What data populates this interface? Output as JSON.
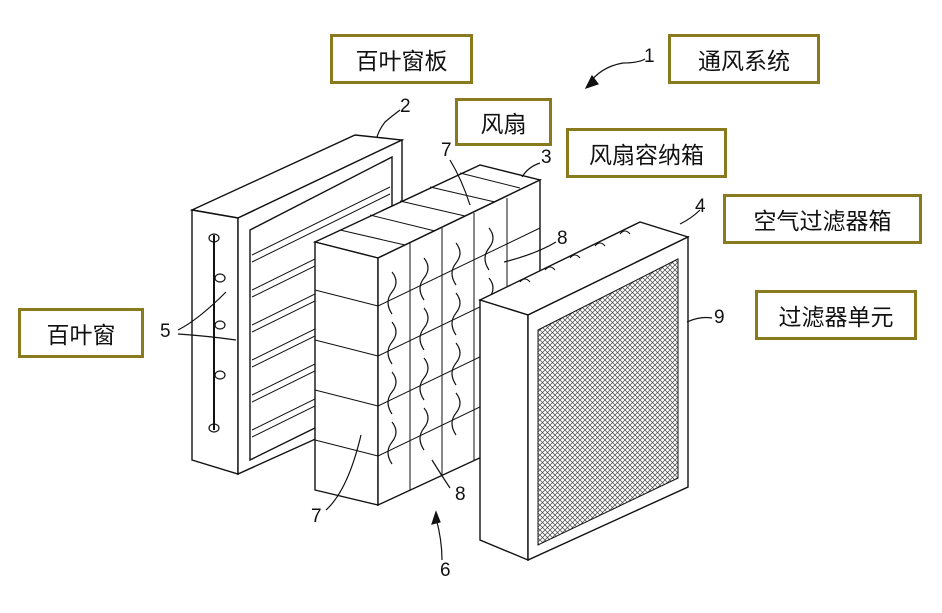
{
  "labels": {
    "louver_panel": "百叶窗板",
    "ventilation_system": "通风系统",
    "fan": "风扇",
    "fan_housing": "风扇容纳箱",
    "air_filter_box": "空气过滤器箱",
    "louver": "百叶窗",
    "filter_unit": "过滤器单元"
  },
  "numerals": {
    "n1": "1",
    "n2": "2",
    "n3": "3",
    "n4": "4",
    "n5": "5",
    "n6": "6",
    "n7a": "7",
    "n7b": "7",
    "n8a": "8",
    "n8b": "8",
    "n9": "9"
  },
  "colors": {
    "label_border": "#8a7a1e",
    "line": "#111111",
    "mesh": "#555555"
  }
}
